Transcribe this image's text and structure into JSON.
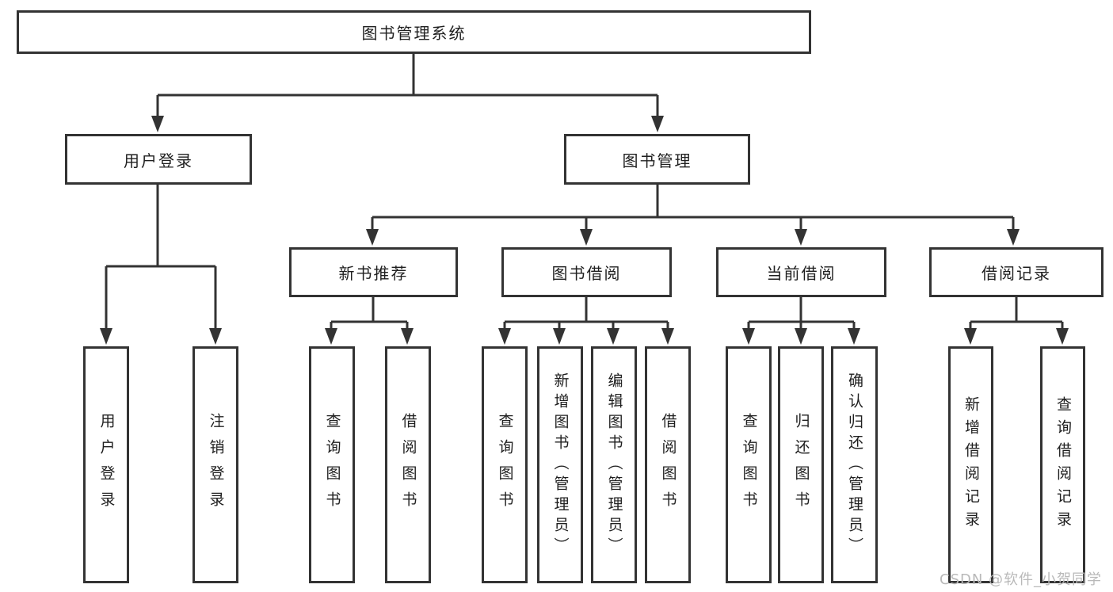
{
  "diagram_title": "图书管理系统",
  "tree": {
    "root": {
      "label": "图书管理系统",
      "children": [
        {
          "label": "用户登录",
          "children": [
            {
              "label": "用户登录"
            },
            {
              "label": "注销登录"
            }
          ]
        },
        {
          "label": "图书管理",
          "children": [
            {
              "label": "新书推荐",
              "children": [
                {
                  "label": "查询图书"
                },
                {
                  "label": "借阅图书"
                }
              ]
            },
            {
              "label": "图书借阅",
              "children": [
                {
                  "label": "查询图书"
                },
                {
                  "label": "新增图书（管理员）"
                },
                {
                  "label": "编辑图书（管理员）"
                },
                {
                  "label": "借阅图书"
                }
              ]
            },
            {
              "label": "当前借阅",
              "children": [
                {
                  "label": "查询图书"
                },
                {
                  "label": "归还图书"
                },
                {
                  "label": "确认归还（管理员）"
                }
              ]
            },
            {
              "label": "借阅记录",
              "children": [
                {
                  "label": "新增借阅记录"
                },
                {
                  "label": "查询借阅记录"
                }
              ]
            }
          ]
        }
      ]
    }
  },
  "watermark": {
    "text": "CSDN @软件_小贺同学"
  },
  "colors": {
    "line": "#333333",
    "text": "#1f1f1f",
    "watermark": "#b9b9b9",
    "background": "#ffffff"
  }
}
